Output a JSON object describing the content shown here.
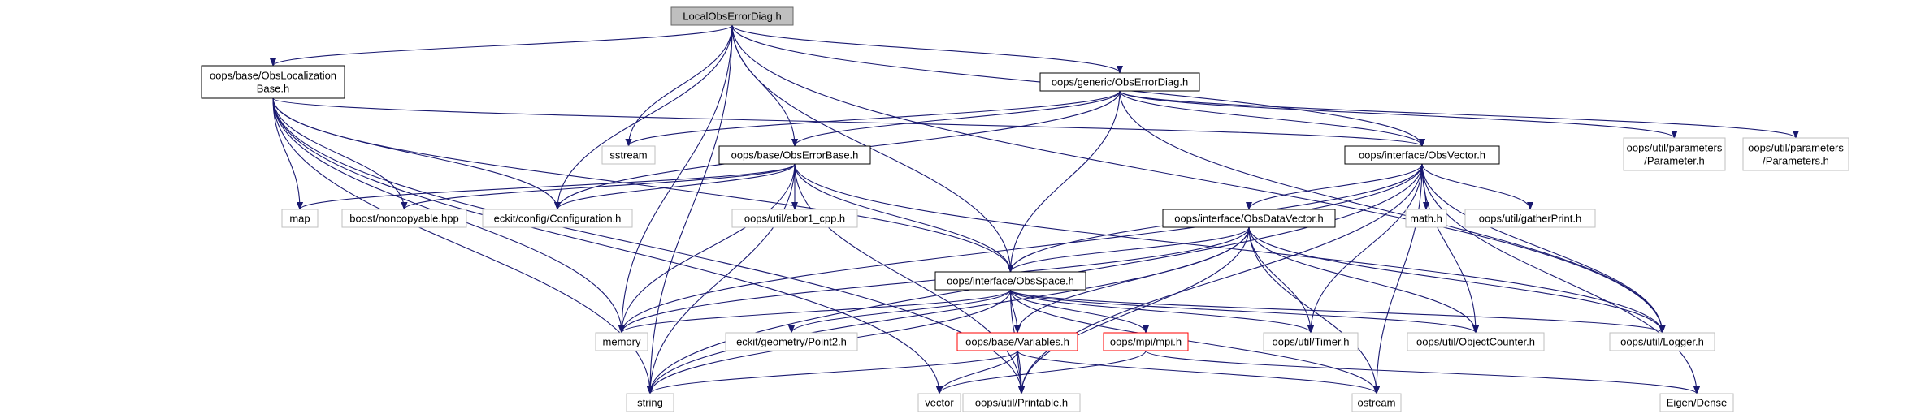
{
  "graph": {
    "colors": {
      "edge": "#191970",
      "node_border_default": "#000000",
      "node_border_root": "#666666",
      "node_fill_root": "#bfbfbf",
      "node_border_missing": "#bfbfbf",
      "node_border_red": "#ff0000",
      "node_fill": "#ffffff",
      "text": "#000000"
    },
    "nodes": [
      {
        "id": "root",
        "lines": [
          "LocalObsErrorDiag.h"
        ],
        "style": "root"
      },
      {
        "id": "obsloc",
        "lines": [
          "oops/base/ObsLocalization",
          "Base.h"
        ],
        "style": "default"
      },
      {
        "id": "generic",
        "lines": [
          "oops/generic/ObsErrorDiag.h"
        ],
        "style": "default"
      },
      {
        "id": "sstream",
        "lines": [
          "sstream"
        ],
        "style": "missing"
      },
      {
        "id": "errbase",
        "lines": [
          "oops/base/ObsErrorBase.h"
        ],
        "style": "default"
      },
      {
        "id": "obsvec",
        "lines": [
          "oops/interface/ObsVector.h"
        ],
        "style": "default"
      },
      {
        "id": "param",
        "lines": [
          "oops/util/parameters",
          "/Parameter.h"
        ],
        "style": "missing"
      },
      {
        "id": "params",
        "lines": [
          "oops/util/parameters",
          "/Parameters.h"
        ],
        "style": "missing"
      },
      {
        "id": "map",
        "lines": [
          "map"
        ],
        "style": "missing"
      },
      {
        "id": "noncopy",
        "lines": [
          "boost/noncopyable.hpp"
        ],
        "style": "missing"
      },
      {
        "id": "config",
        "lines": [
          "eckit/config/Configuration.h"
        ],
        "style": "missing"
      },
      {
        "id": "abor1",
        "lines": [
          "oops/util/abor1_cpp.h"
        ],
        "style": "missing"
      },
      {
        "id": "obsdatavec",
        "lines": [
          "oops/interface/ObsDataVector.h"
        ],
        "style": "default"
      },
      {
        "id": "mathh",
        "lines": [
          "math.h"
        ],
        "style": "missing"
      },
      {
        "id": "gather",
        "lines": [
          "oops/util/gatherPrint.h"
        ],
        "style": "missing"
      },
      {
        "id": "obsspace",
        "lines": [
          "oops/interface/ObsSpace.h"
        ],
        "style": "default"
      },
      {
        "id": "memory",
        "lines": [
          "memory"
        ],
        "style": "missing"
      },
      {
        "id": "point2",
        "lines": [
          "eckit/geometry/Point2.h"
        ],
        "style": "missing"
      },
      {
        "id": "variables",
        "lines": [
          "oops/base/Variables.h"
        ],
        "style": "red"
      },
      {
        "id": "mpi",
        "lines": [
          "oops/mpi/mpi.h"
        ],
        "style": "red"
      },
      {
        "id": "timer",
        "lines": [
          "oops/util/Timer.h"
        ],
        "style": "missing"
      },
      {
        "id": "objcounter",
        "lines": [
          "oops/util/ObjectCounter.h"
        ],
        "style": "missing"
      },
      {
        "id": "logger",
        "lines": [
          "oops/util/Logger.h"
        ],
        "style": "missing"
      },
      {
        "id": "string",
        "lines": [
          "string"
        ],
        "style": "missing"
      },
      {
        "id": "vector",
        "lines": [
          "vector"
        ],
        "style": "missing"
      },
      {
        "id": "printable",
        "lines": [
          "oops/util/Printable.h"
        ],
        "style": "missing"
      },
      {
        "id": "ostream",
        "lines": [
          "ostream"
        ],
        "style": "missing"
      },
      {
        "id": "eigen",
        "lines": [
          "Eigen/Dense"
        ],
        "style": "missing"
      }
    ],
    "edges": [
      [
        "root",
        "obsloc"
      ],
      [
        "root",
        "generic"
      ],
      [
        "root",
        "sstream"
      ],
      [
        "root",
        "errbase"
      ],
      [
        "root",
        "obsvec"
      ],
      [
        "root",
        "config"
      ],
      [
        "root",
        "obsspace"
      ],
      [
        "root",
        "memory"
      ],
      [
        "root",
        "logger"
      ],
      [
        "root",
        "string"
      ],
      [
        "obsloc",
        "map"
      ],
      [
        "obsloc",
        "noncopy"
      ],
      [
        "obsloc",
        "config"
      ],
      [
        "obsloc",
        "obsvec"
      ],
      [
        "obsloc",
        "obsspace"
      ],
      [
        "obsloc",
        "memory"
      ],
      [
        "obsloc",
        "string"
      ],
      [
        "obsloc",
        "vector"
      ],
      [
        "obsloc",
        "printable"
      ],
      [
        "generic",
        "sstream"
      ],
      [
        "generic",
        "errbase"
      ],
      [
        "generic",
        "obsvec"
      ],
      [
        "generic",
        "config"
      ],
      [
        "generic",
        "obsspace"
      ],
      [
        "generic",
        "param"
      ],
      [
        "generic",
        "params"
      ],
      [
        "generic",
        "logger"
      ],
      [
        "errbase",
        "map"
      ],
      [
        "errbase",
        "noncopy"
      ],
      [
        "errbase",
        "config"
      ],
      [
        "errbase",
        "abor1"
      ],
      [
        "errbase",
        "obsspace"
      ],
      [
        "errbase",
        "memory"
      ],
      [
        "errbase",
        "string"
      ],
      [
        "errbase",
        "printable"
      ],
      [
        "errbase",
        "logger"
      ],
      [
        "obsvec",
        "obsdatavec"
      ],
      [
        "obsvec",
        "mathh"
      ],
      [
        "obsvec",
        "gather"
      ],
      [
        "obsvec",
        "obsspace"
      ],
      [
        "obsvec",
        "memory"
      ],
      [
        "obsvec",
        "string"
      ],
      [
        "obsvec",
        "timer"
      ],
      [
        "obsvec",
        "objcounter"
      ],
      [
        "obsvec",
        "logger"
      ],
      [
        "obsvec",
        "printable"
      ],
      [
        "obsvec",
        "ostream"
      ],
      [
        "obsvec",
        "eigen"
      ],
      [
        "obsdatavec",
        "obsspace"
      ],
      [
        "obsdatavec",
        "memory"
      ],
      [
        "obsdatavec",
        "variables"
      ],
      [
        "obsdatavec",
        "string"
      ],
      [
        "obsdatavec",
        "timer"
      ],
      [
        "obsdatavec",
        "objcounter"
      ],
      [
        "obsdatavec",
        "logger"
      ],
      [
        "obsdatavec",
        "printable"
      ],
      [
        "obsdatavec",
        "ostream"
      ],
      [
        "obsspace",
        "memory"
      ],
      [
        "obsspace",
        "point2"
      ],
      [
        "obsspace",
        "variables"
      ],
      [
        "obsspace",
        "mpi"
      ],
      [
        "obsspace",
        "timer"
      ],
      [
        "obsspace",
        "objcounter"
      ],
      [
        "obsspace",
        "logger"
      ],
      [
        "obsspace",
        "string"
      ],
      [
        "obsspace",
        "printable"
      ],
      [
        "obsspace",
        "ostream"
      ],
      [
        "variables",
        "string"
      ],
      [
        "variables",
        "vector"
      ],
      [
        "variables",
        "printable"
      ],
      [
        "variables",
        "ostream"
      ],
      [
        "mpi",
        "vector"
      ],
      [
        "mpi",
        "eigen"
      ]
    ]
  }
}
